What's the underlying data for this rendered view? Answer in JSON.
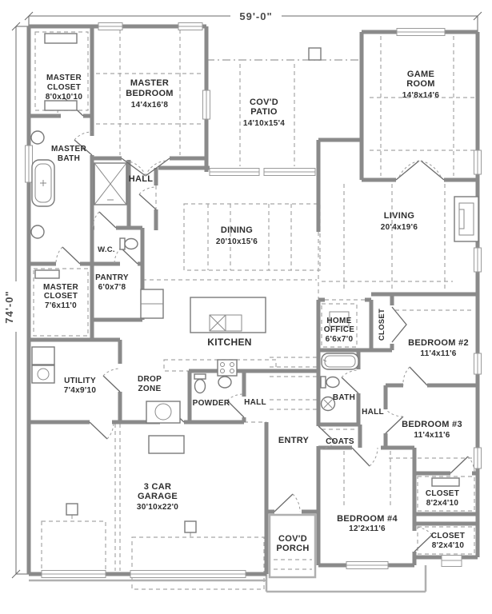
{
  "title": "First floor plan",
  "dimensions": {
    "top": "59'-0\"",
    "left": "74'-0\""
  },
  "rooms": {
    "master_closet_1": {
      "lines": [
        "MASTER",
        "CLOSET",
        "8'0x10'10"
      ]
    },
    "master_bedroom": {
      "lines": [
        "MASTER",
        "BEDROOM",
        "14'4x16'8"
      ]
    },
    "covd_patio": {
      "lines": [
        "COV'D",
        "PATIO",
        "14'10x15'4"
      ]
    },
    "game_room": {
      "lines": [
        "GAME",
        "ROOM",
        "14'8x14'6"
      ]
    },
    "master_bath": {
      "lines": [
        "MASTER",
        "BATH"
      ]
    },
    "hall_master": {
      "lines": [
        "HALL"
      ]
    },
    "living": {
      "lines": [
        "LIVING",
        "20'4x19'6"
      ]
    },
    "dining": {
      "lines": [
        "DINING",
        "20'10x15'6"
      ]
    },
    "wc": {
      "lines": [
        "W.C."
      ]
    },
    "master_closet_2": {
      "lines": [
        "MASTER",
        "CLOSET",
        "7'6x11'0"
      ]
    },
    "pantry": {
      "lines": [
        "PANTRY",
        "6'0x7'8"
      ]
    },
    "kitchen": {
      "lines": [
        "KITCHEN"
      ]
    },
    "home_office": {
      "lines": [
        "HOME",
        "OFFICE",
        "6'6x7'0"
      ]
    },
    "closet_bed2": {
      "lines": [
        "CLOSET"
      ]
    },
    "bedroom_2": {
      "lines": [
        "BEDROOM #2",
        "11'4x11'6"
      ]
    },
    "utility": {
      "lines": [
        "UTILITY",
        "7'4x9'10"
      ]
    },
    "drop_zone": {
      "lines": [
        "DROP",
        "ZONE"
      ]
    },
    "powder": {
      "lines": [
        "POWDER"
      ]
    },
    "hall_powder": {
      "lines": [
        "HALL"
      ]
    },
    "bath": {
      "lines": [
        "BATH"
      ]
    },
    "hall_bed3": {
      "lines": [
        "HALL"
      ]
    },
    "bedroom_3": {
      "lines": [
        "BEDROOM #3",
        "11'4x11'6"
      ]
    },
    "entry": {
      "lines": [
        "ENTRY"
      ]
    },
    "coats": {
      "lines": [
        "COATS"
      ]
    },
    "garage": {
      "lines": [
        "3 CAR",
        "GARAGE",
        "30'10x22'0"
      ]
    },
    "closet_bed3": {
      "lines": [
        "CLOSET",
        "8'2x4'10"
      ]
    },
    "bedroom_4": {
      "lines": [
        "BEDROOM #4",
        "12'2x11'6"
      ]
    },
    "covd_porch": {
      "lines": [
        "COV'D",
        "PORCH"
      ]
    },
    "closet_bed4": {
      "lines": [
        "CLOSET",
        "8'2x4'10"
      ]
    }
  },
  "colors": {
    "wall": "#8a8a8a",
    "text": "#2e2e2e",
    "dash": "#a6a6a6"
  }
}
